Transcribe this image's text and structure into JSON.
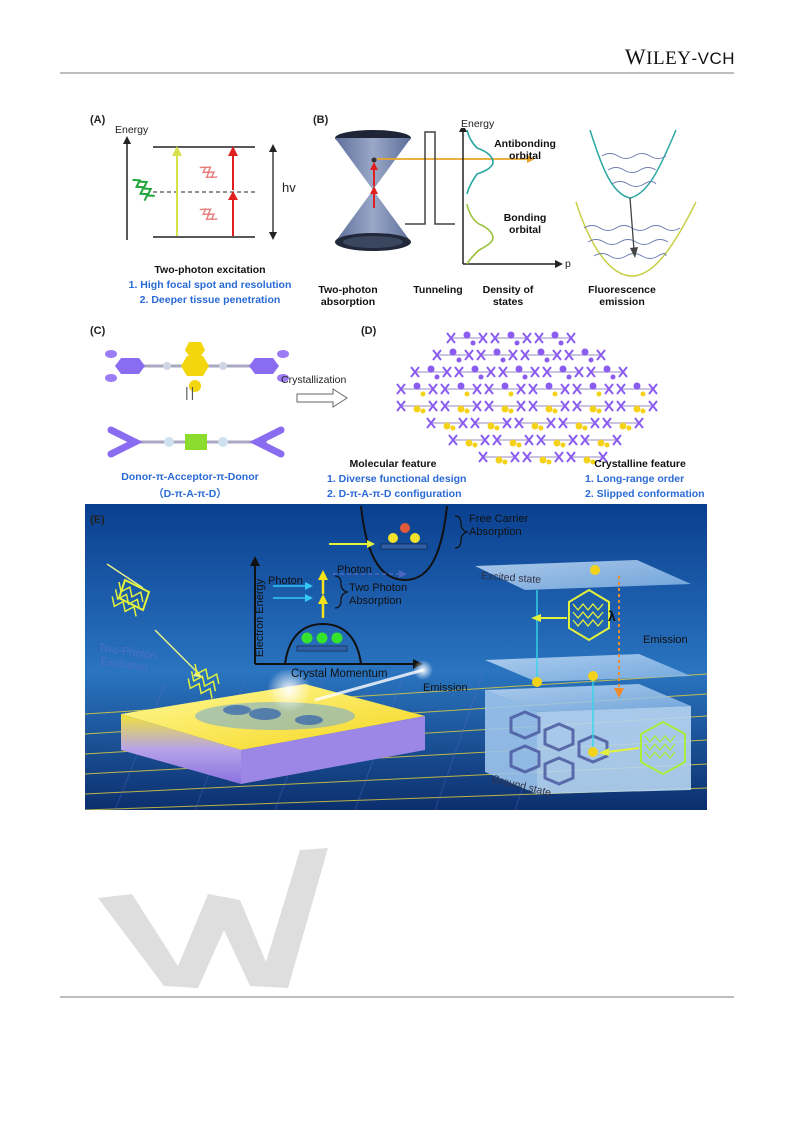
{
  "header": {
    "publisher_w": "W",
    "publisher_iley": "ILEY",
    "publisher_vch": "-VCH"
  },
  "panel_A": {
    "label": "(A)",
    "axis_label": "Energy",
    "energy_symbol": "hv",
    "title": "Two-photon excitation",
    "points": [
      "1. High focal spot and resolution",
      "2. Deeper tissue penetration"
    ]
  },
  "panel_B": {
    "label": "(B)",
    "axis_label": "Energy",
    "x_axis_symbol": "p",
    "antibonding": [
      "Antibonding",
      "orbital"
    ],
    "bonding": [
      "Bonding",
      "orbital"
    ],
    "captions": {
      "two_photon_absorption": [
        "Two-photon",
        "absorption"
      ],
      "tunneling": "Tunneling",
      "density_of_states": [
        "Density of",
        "states"
      ],
      "fluorescence_emission": [
        "Fluorescence",
        "emission"
      ]
    }
  },
  "panel_C": {
    "label": "(C)",
    "equivalence": "||",
    "title": "Donor-π-Acceptor-π-Donor",
    "subtitle": "（D-π-A-π-D）",
    "arrow_label": "Crystallization"
  },
  "panel_D": {
    "label": "(D)",
    "molecular_feature": {
      "title": "Molecular feature",
      "points": [
        "1. Diverse functional design",
        "2. D-π-A-π-D configuration"
      ]
    },
    "crystalline_feature": {
      "title": "Crystalline feature",
      "points": [
        "1. Long-range order",
        "2. Slipped conformation"
      ]
    }
  },
  "panel_E": {
    "label": "(E)",
    "free_carrier": [
      "Free Carrier",
      "Absorption"
    ],
    "photon_left": "Photon",
    "photon_right": "Photon",
    "two_photon_absorption": [
      "Two Photon",
      "Absorption"
    ],
    "y_axis": "Electron Energy",
    "x_axis": "Crystal Momentum",
    "two_photon_excitation": [
      "Two-Photon",
      "Excitation"
    ],
    "emission_center": "Emission",
    "emission_right": "Emission",
    "excited_state": "Excited state",
    "ground_state": "Ground state",
    "lambda": "λ"
  },
  "colors": {
    "blue_text": "#2a6ad6",
    "panel_E_bg": "#0d3b86",
    "purple": "#8a5cf0",
    "yellow": "#f4d21a"
  }
}
